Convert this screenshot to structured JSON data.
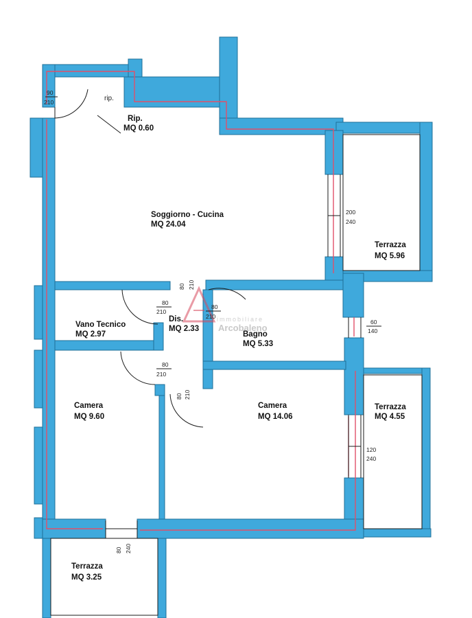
{
  "rooms": {
    "ripostiglio": {
      "label": "Rip.",
      "area": "MQ 0.60",
      "tag": "rip."
    },
    "soggiorno": {
      "label": "Soggiorno - Cucina",
      "area": "MQ 24.04"
    },
    "vano_tecnico": {
      "label": "Vano Tecnico",
      "area": "MQ 2.97"
    },
    "disimpegno": {
      "label": "Dis.",
      "area": "MQ 2.33"
    },
    "bagno": {
      "label": "Bagno",
      "area": "MQ 5.33"
    },
    "camera_small": {
      "label": "Camera",
      "area": "MQ 9.60"
    },
    "camera_large": {
      "label": "Camera",
      "area": "MQ 14.06"
    },
    "terrazza_top": {
      "label": "Terrazza",
      "area": "MQ 5.96"
    },
    "terrazza_mid": {
      "label": "Terrazza",
      "area": "MQ 4.55"
    },
    "terrazza_bottom": {
      "label": "Terrazza",
      "area": "MQ 3.25"
    }
  },
  "openings": {
    "entrance": {
      "w": "90",
      "h": "210"
    },
    "door_dis_top": {
      "w": "80",
      "h": "210"
    },
    "door_vano": {
      "w": "80",
      "h": "210"
    },
    "door_bagno": {
      "w": "80",
      "h": "210"
    },
    "door_camera_small": {
      "w": "80",
      "h": "210"
    },
    "door_camera_large": {
      "w": "80",
      "h": "210"
    },
    "window_soggiorno": {
      "w": "200",
      "h": "240"
    },
    "window_bagno": {
      "w": "60",
      "h": "140"
    },
    "window_camera": {
      "w": "120",
      "h": "240"
    },
    "window_camera_bottom": {
      "w": "80",
      "h": "240"
    }
  },
  "watermark": {
    "top": "immobiliare",
    "name": "Arcobaleno"
  },
  "colors": {
    "wall": "#3fa9dc",
    "outline": "#e0506a"
  }
}
